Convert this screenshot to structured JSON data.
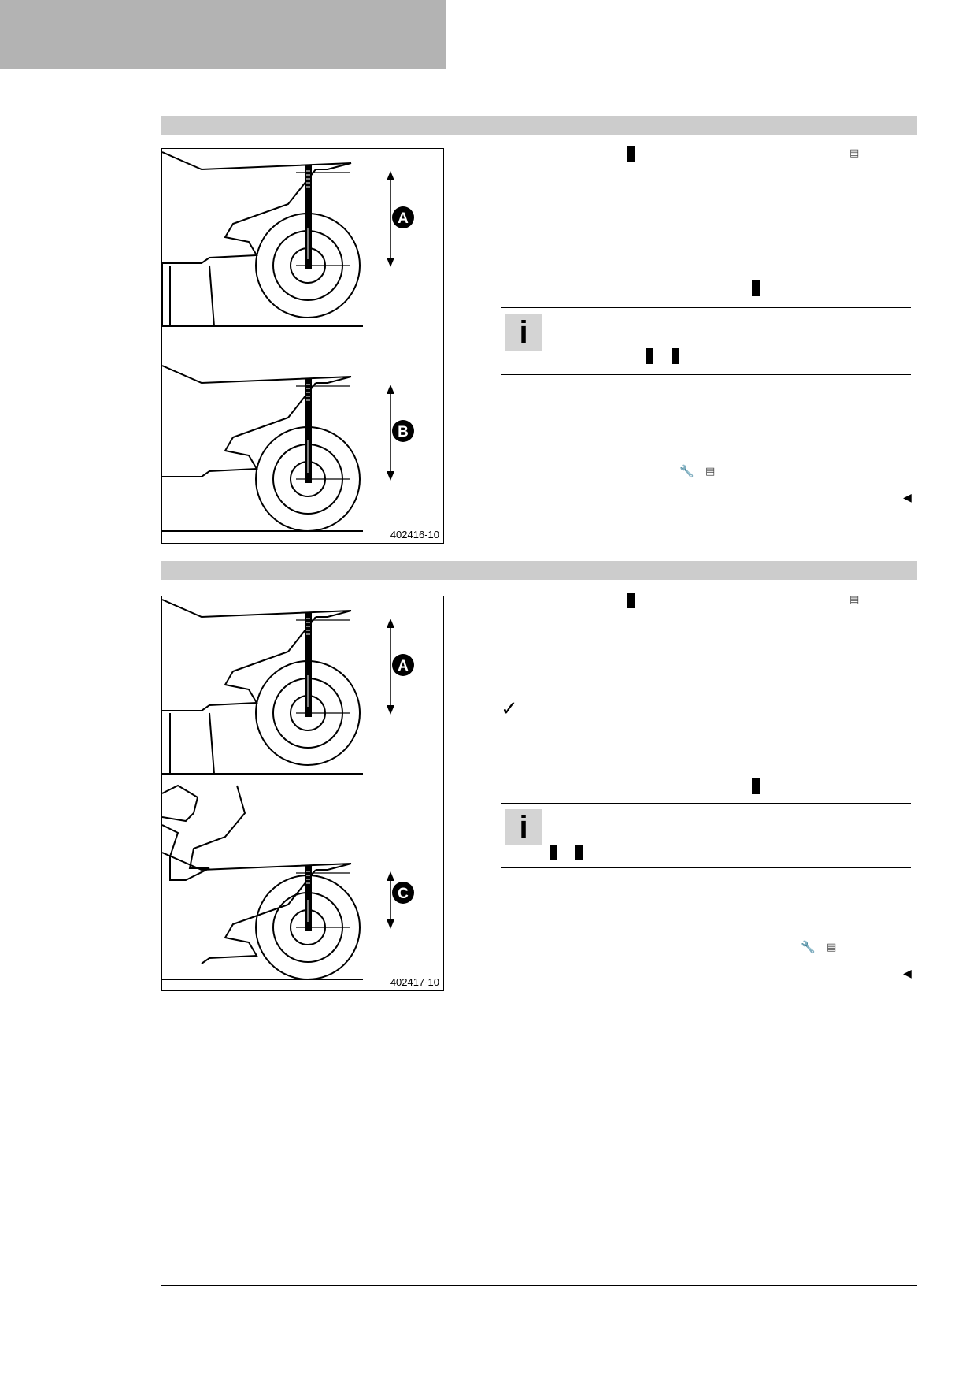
{
  "page": {
    "figures": [
      {
        "id_label": "402416-10",
        "labels": [
          "A",
          "B"
        ]
      },
      {
        "id_label": "402417-10",
        "labels": [
          "A",
          "C"
        ]
      }
    ]
  },
  "icons": {
    "info": "info-icon",
    "book": "manual-reference-icon",
    "wrench": "wrench-icon",
    "end_marker": "end-of-procedure-icon",
    "check": "checkmark-icon"
  },
  "colors": {
    "header_block": "#b3b3b3",
    "section_bar": "#cccccc",
    "info_icon_bg": "#d4d4d4"
  }
}
